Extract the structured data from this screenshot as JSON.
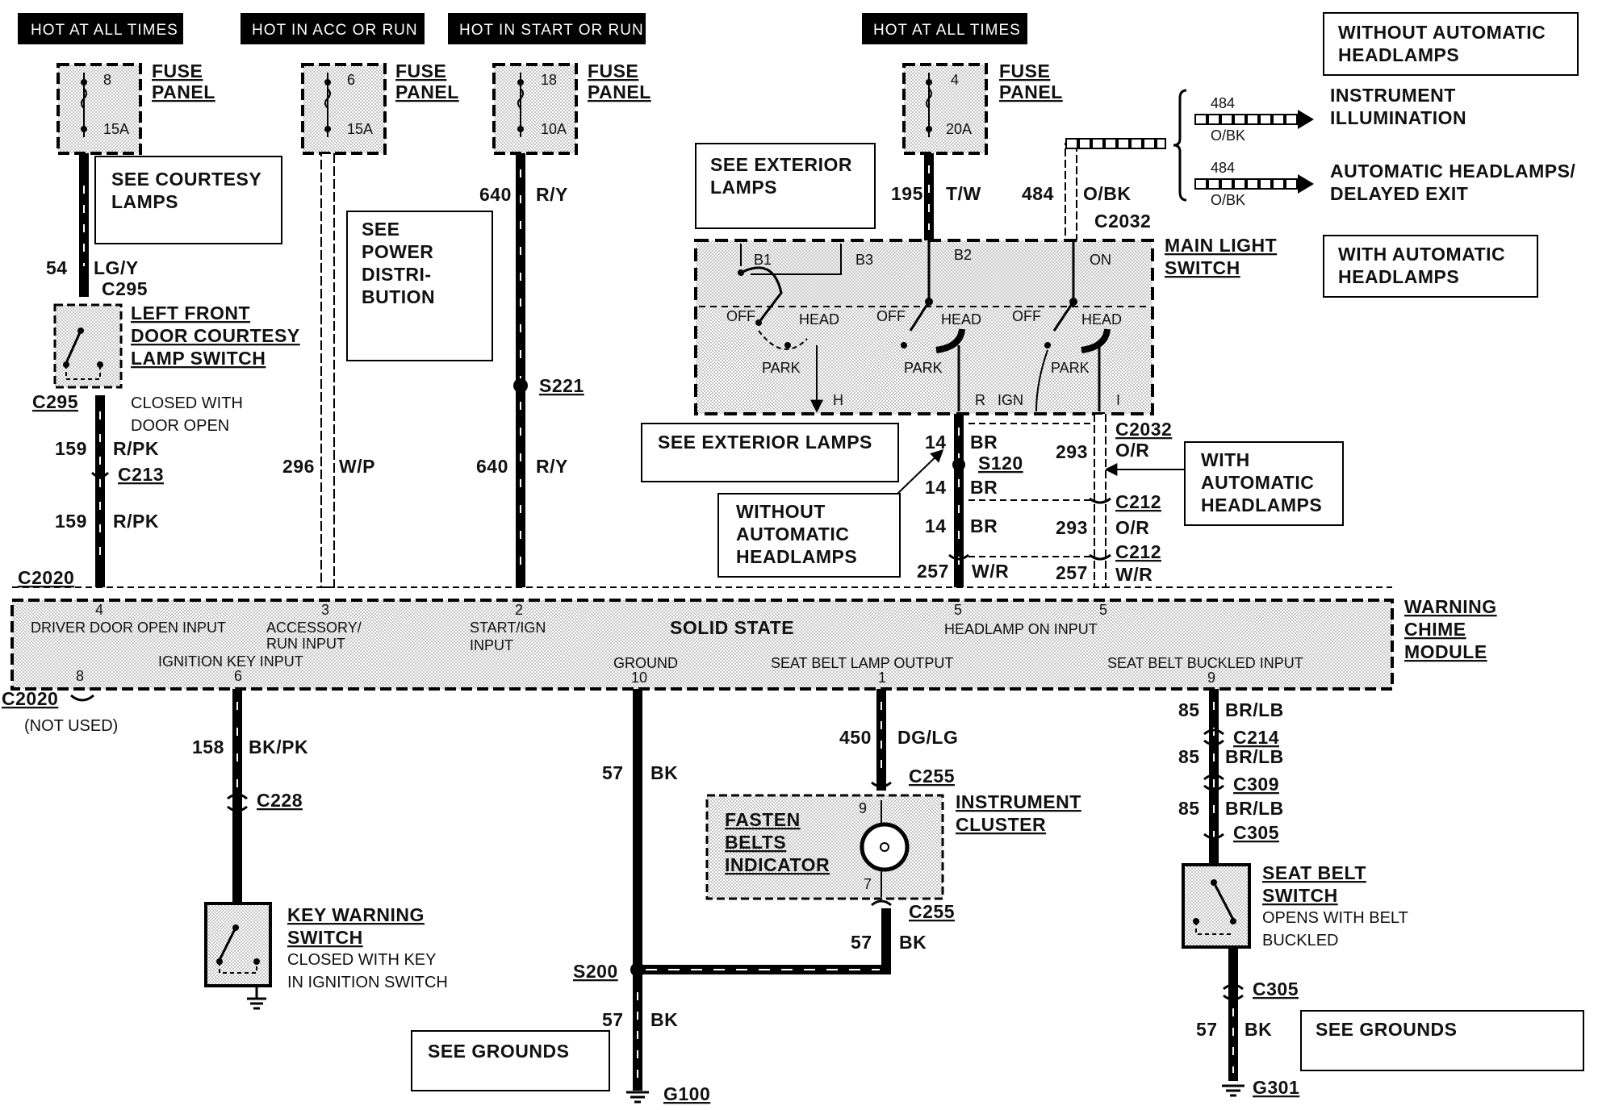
{
  "headers": {
    "h1": "HOT AT ALL TIMES",
    "h2": "HOT IN ACC OR RUN",
    "h3": "HOT IN START OR RUN",
    "h4": "HOT AT ALL TIMES"
  },
  "fuses": {
    "f1": {
      "num": "8",
      "amp": "15A",
      "label1": "FUSE",
      "label2": "PANEL"
    },
    "f2": {
      "num": "6",
      "amp": "15A",
      "label1": "FUSE",
      "label2": "PANEL"
    },
    "f3": {
      "num": "18",
      "amp": "10A",
      "label1": "FUSE",
      "label2": "PANEL"
    },
    "f4": {
      "num": "4",
      "amp": "20A",
      "label1": "FUSE",
      "label2": "PANEL"
    }
  },
  "notes": {
    "courtesy1": "SEE COURTESY",
    "courtesy2": "LAMPS",
    "power1": "SEE",
    "power2": "POWER",
    "power3": "DISTRI-",
    "power4": "BUTION",
    "ext1a": "SEE EXTERIOR",
    "ext1b": "LAMPS",
    "ext2": "SEE EXTERIOR LAMPS",
    "without_top1": "WITHOUT AUTOMATIC",
    "without_top2": "HEADLAMPS",
    "with_top1": "WITH AUTOMATIC",
    "with_top2": "HEADLAMPS",
    "with_mid1": "WITH",
    "with_mid2": "AUTOMATIC",
    "with_mid3": "HEADLAMPS",
    "without_mid1": "WITHOUT",
    "without_mid2": "AUTOMATIC",
    "without_mid3": "HEADLAMPS",
    "grounds1": "SEE GROUNDS",
    "grounds2": "SEE GROUNDS",
    "inst_illum1": "INSTRUMENT",
    "inst_illum2": "ILLUMINATION",
    "auto_delay1": "AUTOMATIC HEADLAMPS/",
    "auto_delay2": "DELAYED EXIT"
  },
  "wires": {
    "w54": "54",
    "c54": "LG/Y",
    "w159a": "159",
    "c159a": "R/PK",
    "w159b": "159",
    "c159b": "R/PK",
    "w296": "296",
    "c296": "W/P",
    "w640a": "640",
    "c640a": "R/Y",
    "w640b": "640",
    "c640b": "R/Y",
    "w195": "195",
    "c195": "T/W",
    "w484": "484",
    "c484": "O/BK",
    "w484a": "484",
    "c484a": "O/BK",
    "w484b": "484",
    "c484b": "O/BK",
    "w14a": "14",
    "c14a": "BR",
    "w14b": "14",
    "c14b": "BR",
    "w14c": "14",
    "c14c": "BR",
    "w293a": "293",
    "c293a": "O/R",
    "w293b": "293",
    "c293b": "O/R",
    "w257a": "257",
    "c257a": "W/R",
    "w257b": "257",
    "c257b": "W/R",
    "w158": "158",
    "c158": "BK/PK",
    "w57a": "57",
    "c57a": "BK",
    "w57b": "57",
    "c57b": "BK",
    "w57c": "57",
    "c57c": "BK",
    "w57d": "57",
    "c57d": "BK",
    "w450": "450",
    "c450": "DG/LG",
    "w85a": "85",
    "c85a": "BR/LB",
    "w85b": "85",
    "c85b": "BR/LB",
    "w85c": "85",
    "c85c": "BR/LB"
  },
  "connectors": {
    "c295a": "C295",
    "c295b": "C295",
    "c213": "C213",
    "s221": "S221",
    "c2032a": "C2032",
    "c2032b": "C2032",
    "s120": "S120",
    "c212a": "C212",
    "c212b": "C212",
    "c2020a": "C2020",
    "c2020b": "C2020",
    "notused": "(NOT USED)",
    "c228": "C228",
    "s200": "S200",
    "g100": "G100",
    "c255a": "C255",
    "c255b": "C255",
    "c214": "C214",
    "c309": "C309",
    "c305a": "C305",
    "c305b": "C305",
    "g301": "G301"
  },
  "door_switch": {
    "l1": "LEFT FRONT",
    "l2": "DOOR COURTESY",
    "l3": "LAMP SWITCH",
    "n1": "CLOSED WITH",
    "n2": "DOOR OPEN"
  },
  "light_switch": {
    "title1": "MAIN LIGHT",
    "title2": "SWITCH",
    "b1": "B1",
    "b3": "B3",
    "b2": "B2",
    "on": "ON",
    "off": "OFF",
    "head": "HEAD",
    "park": "PARK",
    "h": "H",
    "r": "R",
    "ign": "IGN",
    "i": "I"
  },
  "module": {
    "title1": "WARNING",
    "title2": "CHIME",
    "title3": "MODULE",
    "solid": "SOLID STATE",
    "p4": "4",
    "p3": "3",
    "p2": "2",
    "p5a": "5",
    "p5b": "5",
    "p8": "8",
    "p6": "6",
    "p10": "10",
    "p1": "1",
    "p9": "9",
    "driver": "DRIVER DOOR OPEN INPUT",
    "acc1": "ACCESSORY/",
    "acc2": "RUN INPUT",
    "start1": "START/IGN",
    "start2": "INPUT",
    "headlamp": "HEADLAMP ON INPUT",
    "ignkey": "IGNITION KEY INPUT",
    "ground": "GROUND",
    "seatlamp": "SEAT BELT  LAMP OUTPUT",
    "buckled": "SEAT BELT BUCKLED INPUT"
  },
  "key_switch": {
    "l1": "KEY WARNING",
    "l2": "SWITCH",
    "n1": "CLOSED WITH KEY",
    "n2": "IN IGNITION SWITCH"
  },
  "cluster": {
    "l1": "INSTRUMENT",
    "l2": "CLUSTER",
    "f1": "FASTEN",
    "f2": "BELTS",
    "f3": "INDICATOR",
    "p9": "9",
    "p7": "7"
  },
  "seat_switch": {
    "l1": "SEAT BELT",
    "l2": "SWITCH",
    "n1": "OPENS WITH BELT",
    "n2": "BUCKLED"
  }
}
